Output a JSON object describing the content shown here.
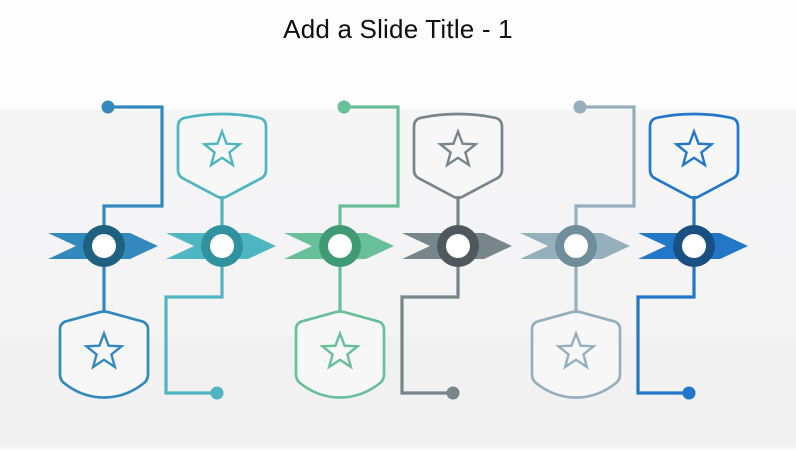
{
  "slide": {
    "title": "Add a Slide Title - 1",
    "title_color": "#0f0f0f",
    "background_top": "#fdfdfd",
    "background_band": "#f4f4f5",
    "background_lower": "#f1f1f2"
  },
  "timeline": {
    "description": "Six-step chevron arrow timeline with star badge milestones",
    "step_count": 6,
    "items": [
      {
        "step": 1,
        "color": "#3389BE",
        "ring_color": "#1E6080",
        "icon": "star-icon",
        "badge_position": "below",
        "endpoint_position": "above"
      },
      {
        "step": 2,
        "color": "#4FB5C2",
        "ring_color": "#2F929E",
        "icon": "star-icon",
        "badge_position": "above",
        "endpoint_position": "below"
      },
      {
        "step": 3,
        "color": "#68BF9A",
        "ring_color": "#3F9A76",
        "icon": "star-icon",
        "badge_position": "below",
        "endpoint_position": "above"
      },
      {
        "step": 4,
        "color": "#78858B",
        "ring_color": "#4F585C",
        "icon": "star-icon",
        "badge_position": "above",
        "endpoint_position": "below"
      },
      {
        "step": 5,
        "color": "#95AFBD",
        "ring_color": "#6F8D9B",
        "icon": "star-icon",
        "badge_position": "below",
        "endpoint_position": "above"
      },
      {
        "step": 6,
        "color": "#2277C8",
        "ring_color": "#1A4F83",
        "icon": "star-icon",
        "badge_position": "above",
        "endpoint_position": "below"
      }
    ]
  }
}
